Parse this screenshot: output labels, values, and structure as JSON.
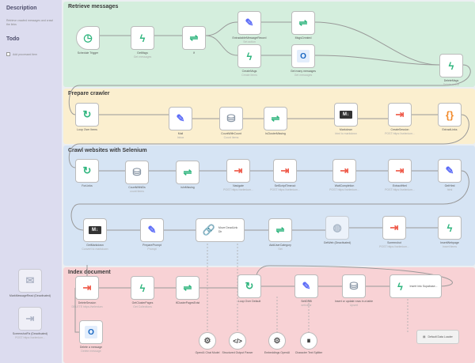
{
  "left": {
    "title": "Description",
    "text": "Retrieve crawled messages and crawl the links",
    "todo_title": "Todo",
    "todo_item": "Add processed item"
  },
  "sections": {
    "retrieve": "Retrieve messages",
    "prepare": "Prepare crawler",
    "crawl": "Crawl websites with Selenium",
    "index": "Index document"
  },
  "nodes": {
    "schedule": {
      "label": "Schedule Trigger",
      "sub": ""
    },
    "getmsgs": {
      "label": "GetMsgs",
      "sub": "Get messages"
    },
    "if1": {
      "label": "If",
      "sub": ""
    },
    "extract_meta": {
      "label": "ExtractableMessageRecord",
      "sub": "Set action"
    },
    "msg_created": {
      "label": "MsgsCreated",
      "sub": "Merge"
    },
    "create_msg": {
      "label": "CreateMsgs",
      "sub": "Create items"
    },
    "get_many": {
      "label": "Get many messages",
      "sub": "Get messages"
    },
    "delete_msgs": {
      "label": "DeleteMsgs",
      "sub": "Delete action"
    },
    "loop_items": {
      "label": "Loop Over Items",
      "sub": ""
    },
    "mail": {
      "label": "Mail",
      "sub": "Inbox"
    },
    "count_links": {
      "label": "CountWithCount",
      "sub": "Count items"
    },
    "is_clean": {
      "label": "IsClusterMissing",
      "sub": ""
    },
    "markdown": {
      "label": "Markdown",
      "sub": "html to markdown"
    },
    "create_session": {
      "label": "CreateSession",
      "sub": "POST https://selenium..."
    },
    "extract_links": {
      "label": "ExtractLinks",
      "sub": ""
    },
    "for_links": {
      "label": "ForLinks",
      "sub": ""
    },
    "count_with_ids": {
      "label": "CountWithIDs",
      "sub": "count items"
    },
    "is_missing": {
      "label": "isInMissing",
      "sub": ""
    },
    "navigate": {
      "label": "Navigate",
      "sub": "POST https://selenium..."
    },
    "set_script": {
      "label": "SetScriptTimeout",
      "sub": "POST https://selenium..."
    },
    "wait_complete": {
      "label": "WaitCompletion",
      "sub": "POST https://selenium..."
    },
    "extract_html": {
      "label": "ExtractHtml",
      "sub": "POST https://selenium..."
    },
    "get_html": {
      "label": "GetHtml",
      "sub": "html"
    },
    "get_markdown": {
      "label": "GetMarkdown",
      "sub": "Convert to markdown"
    },
    "prepare_prompt": {
      "label": "PreparePrompt",
      "sub": "Prompt"
    },
    "move_deadlink": {
      "label": "Move DeadLink",
      "sub": "Dir"
    },
    "add_category": {
      "label": "AddUserCategory",
      "sub": "Set"
    },
    "getweb": {
      "label": "GetWeb (Deactivated)",
      "sub": ""
    },
    "screenshot": {
      "label": "Screenshot",
      "sub": "POST https://selenium..."
    },
    "insert_webpage": {
      "label": "InsertWebpage",
      "sub": "Insert items"
    },
    "mark_read": {
      "label": "MarkMessageRead (Deactivated)",
      "sub": ""
    },
    "screenshot_deact": {
      "label": "ScreenshotFix (Deactivated)",
      "sub": "POST https://selenium..."
    },
    "delete_session": {
      "label": "DeleteSession",
      "sub": "DELETE https://selenium"
    },
    "get_cluster_pages": {
      "label": "GetClusterPages",
      "sub": "Get Collections"
    },
    "if_cluster_pages": {
      "label": "IfClusterPagesExist",
      "sub": ""
    },
    "loop_default": {
      "label": "Loop Over Default",
      "sub": ""
    },
    "set_ids": {
      "label": "SetIDNB",
      "sub": "set/clear"
    },
    "insert_update": {
      "label": "Insert or update rows in a table",
      "sub": "Upsert"
    },
    "insert_supabase": {
      "label": "Insert into Supabase...",
      "sub": ""
    },
    "delete_message": {
      "label": "Delete a message",
      "sub": "Delete message"
    },
    "openai_chat": {
      "label": "OpenAI Chat Model",
      "sub": ""
    },
    "structured_parser": {
      "label": "Structured Output Parser",
      "sub": ""
    },
    "embeddings": {
      "label": "Embeddings OpenAI",
      "sub": ""
    },
    "char_splitter": {
      "label": "Character Text Splitter",
      "sub": ""
    },
    "default_loader": {
      "label": "Default Data Loader",
      "sub": ""
    }
  },
  "colors": {
    "green": "#2fb57e",
    "blue": "#5b6bf7",
    "red": "#ef5a4a",
    "orange": "#f28b2c",
    "dark": "#333333",
    "gray": "#8a97a6"
  }
}
